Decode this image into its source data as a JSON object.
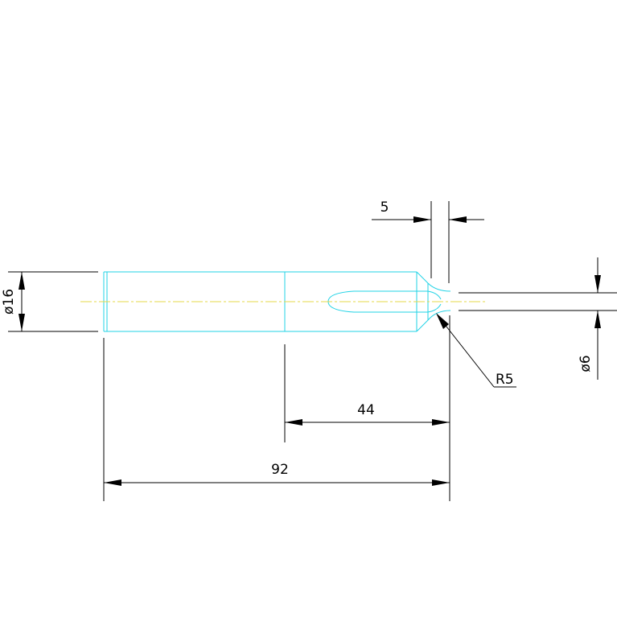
{
  "drawing": {
    "colors": {
      "background": "#ffffff",
      "part_outline": "#22d3e6",
      "centerline": "#e6d84a",
      "dimension": "#000000"
    },
    "dimensions": {
      "width_5": "5",
      "length_44": "44",
      "length_92": "92",
      "diameter_16": "ø16",
      "diameter_6": "ø6",
      "radius": "R5"
    }
  }
}
